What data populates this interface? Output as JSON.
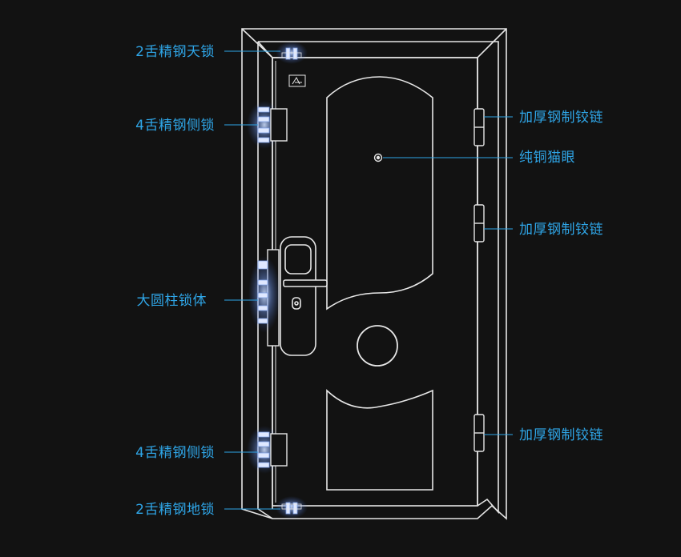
{
  "colors": {
    "background": "#121212",
    "outline": "#e6e6e6",
    "label": "#2fa6e8",
    "leader": "#2fa6e8",
    "glow": "#8fb8ff"
  },
  "labels": {
    "top_bolt": "2舌精钢天锁",
    "upper_side_lock": "4舌精钢侧锁",
    "lock_body": "大圆柱锁体",
    "lower_side_lock": "4舌精钢侧锁",
    "bottom_bolt": "2舌精钢地锁",
    "hinge_top": "加厚钢制铰链",
    "peephole": "纯铜猫眼",
    "hinge_middle": "加厚钢制铰链",
    "hinge_bottom": "加厚钢制铰链"
  },
  "icons": {
    "brand_badge": "brand-logo-icon",
    "peephole": "peephole-icon",
    "handle": "door-handle-icon"
  }
}
